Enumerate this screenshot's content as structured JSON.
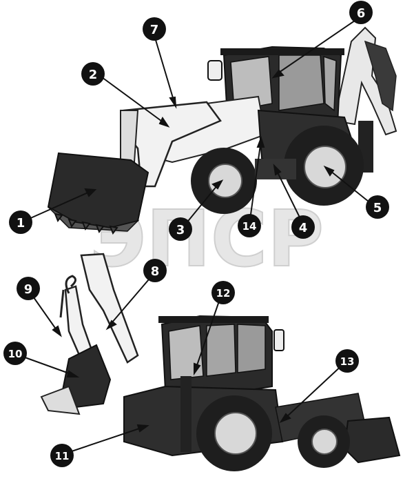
{
  "figure": {
    "watermark": "ЭПСР",
    "callouts": [
      {
        "id": "1",
        "label": "1"
      },
      {
        "id": "2",
        "label": "2"
      },
      {
        "id": "3",
        "label": "3"
      },
      {
        "id": "4",
        "label": "4"
      },
      {
        "id": "5",
        "label": "5"
      },
      {
        "id": "6",
        "label": "6"
      },
      {
        "id": "7",
        "label": "7"
      },
      {
        "id": "8",
        "label": "8"
      },
      {
        "id": "9",
        "label": "9"
      },
      {
        "id": "10",
        "label": "10"
      },
      {
        "id": "11",
        "label": "11"
      },
      {
        "id": "12",
        "label": "12"
      },
      {
        "id": "13",
        "label": "13"
      },
      {
        "id": "14",
        "label": "14"
      }
    ]
  },
  "colors": {
    "callout_fill": "#111111",
    "callout_text": "#ffffff",
    "machine_body": "#f2f2f2",
    "machine_dark": "#2a2a2a",
    "tire": "#1e1e1e",
    "rim": "#d8d8d8",
    "watermark": "#e6e6e6"
  }
}
